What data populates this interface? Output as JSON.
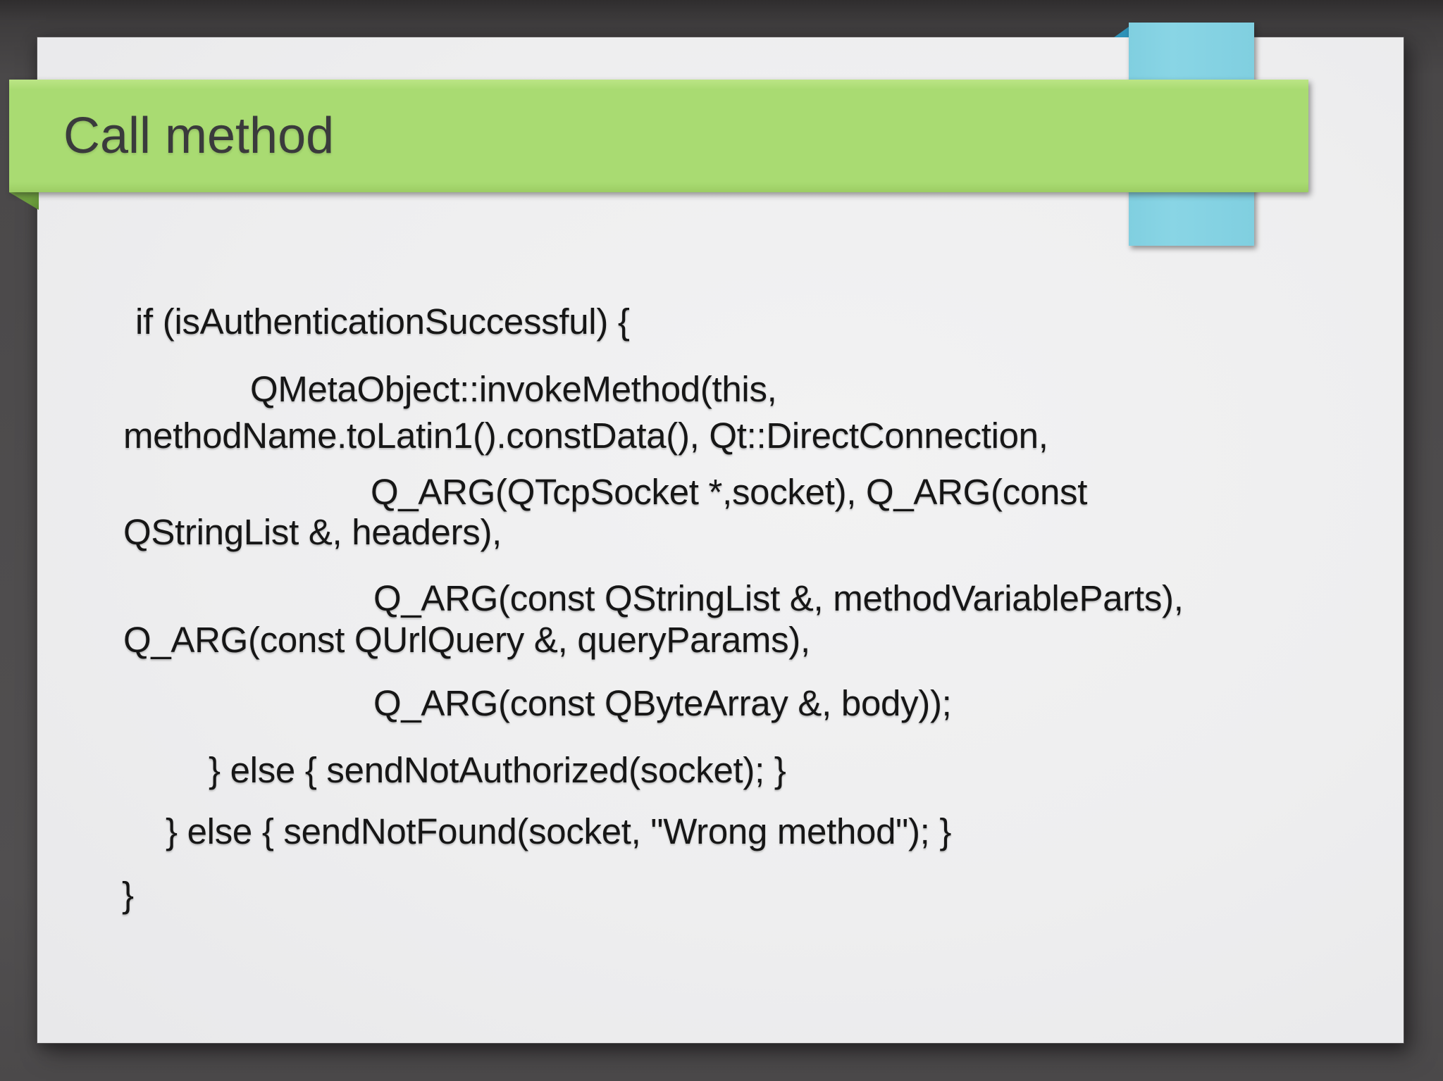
{
  "slide": {
    "title": "Call method",
    "code_lines": [
      {
        "text": "if (isAuthenticationSuccessful) {"
      },
      {
        "text": "QMetaObject::invokeMethod(this,"
      },
      {
        "text": "methodName.toLatin1().constData(), Qt::DirectConnection,"
      },
      {
        "text": "Q_ARG(QTcpSocket *,socket), Q_ARG(const"
      },
      {
        "text": "QStringList &, headers),"
      },
      {
        "text": "Q_ARG(const QStringList &, methodVariableParts),"
      },
      {
        "text": "Q_ARG(const QUrlQuery &, queryParams),"
      },
      {
        "text": "Q_ARG(const QByteArray &, body));"
      },
      {
        "text": "} else { sendNotAuthorized(socket); }"
      },
      {
        "text": "} else { sendNotFound(socket, \"Wrong method\"); }"
      },
      {
        "text": "}"
      }
    ]
  },
  "colors": {
    "banner-green": "#a9db72",
    "banner-fold-green": "#6d9e3e",
    "ribbon-blue": "#80cfe0",
    "ribbon-fold-blue": "#2e92b8",
    "slide-bg": "#ededee",
    "desktop-bg": "#4c4a4b",
    "title-text": "#3a3a3c",
    "code-text": "#161616"
  }
}
